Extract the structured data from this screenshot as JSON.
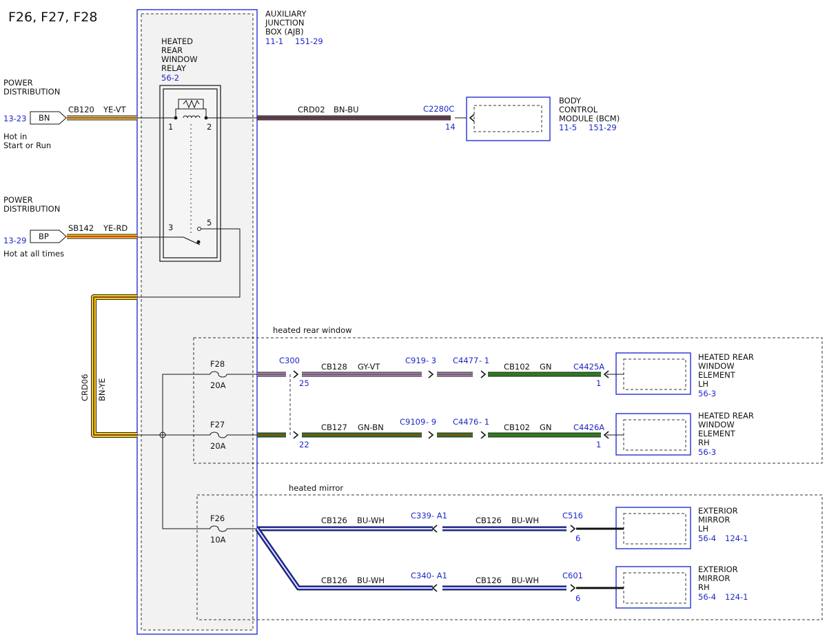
{
  "title": "F26, F27, F28",
  "ajb": {
    "name_lines": [
      "AUXILIARY",
      "JUNCTION",
      "BOX (AJB)"
    ],
    "ref1": "11-1",
    "ref2": "151-29"
  },
  "relay": {
    "name_lines": [
      "HEATED",
      "REAR",
      "WINDOW",
      "RELAY"
    ],
    "ref": "56-2",
    "pins": [
      "1",
      "2",
      "3",
      "5"
    ]
  },
  "power": [
    {
      "label_lines": [
        "POWER",
        "DISTRIBUTION"
      ],
      "page_ref": "13-23",
      "connector": "BN",
      "circuit": "CB120",
      "color": "YE-VT",
      "note_lines": [
        "Hot in",
        "Start or Run"
      ]
    },
    {
      "label_lines": [
        "POWER",
        "DISTRIBUTION"
      ],
      "page_ref": "13-29",
      "connector": "BP",
      "circuit": "SB142",
      "color": "YE-RD",
      "note_lines": [
        "Hot at all times"
      ]
    }
  ],
  "bcm": {
    "wire_circuit": "CRD02",
    "wire_color": "BN-BU",
    "connector": "C2280C",
    "pin": "14",
    "name_lines": [
      "BODY",
      "CONTROL",
      "MODULE (BCM)"
    ],
    "ref1": "11-5",
    "ref2": "151-29"
  },
  "loop": {
    "circuit": "CRD06",
    "color": "BN-YE"
  },
  "fuses": [
    {
      "name": "F28",
      "rating": "20A"
    },
    {
      "name": "F27",
      "rating": "20A"
    },
    {
      "name": "F26",
      "rating": "10A"
    }
  ],
  "groups": {
    "rear_window": "heated rear window",
    "mirror": "heated mirror"
  },
  "rear_window": [
    {
      "conn1": "C300",
      "pin1": "25",
      "circuit1": "CB128",
      "color1": "GY-VT",
      "conn2": "C919",
      "pin2": "- 3",
      "conn3": "C4477",
      "pin3": "- 1",
      "circuit2": "CB102",
      "color2": "GN",
      "conn4": "C4425A",
      "pin4": "1",
      "name_lines": [
        "HEATED REAR",
        "WINDOW",
        "ELEMENT",
        "LH"
      ],
      "ref": "56-3"
    },
    {
      "pin1": "22",
      "circuit1": "CB127",
      "color1": "GN-BN",
      "conn2": "C9109",
      "pin2": "- 9",
      "conn3": "C4476",
      "pin3": "- 1",
      "circuit2": "CB102",
      "color2": "GN",
      "conn4": "C4426A",
      "pin4": "1",
      "name_lines": [
        "HEATED REAR",
        "WINDOW",
        "ELEMENT",
        "RH"
      ],
      "ref": "56-3"
    }
  ],
  "mirrors": [
    {
      "circuit1": "CB126",
      "color1": "BU-WH",
      "conn1": "C339",
      "pin1": "- A1",
      "circuit2": "CB126",
      "color2": "BU-WH",
      "conn2": "C516",
      "pin2": "6",
      "name_lines": [
        "EXTERIOR",
        "MIRROR",
        "LH"
      ],
      "ref1": "56-4",
      "ref2": "124-1"
    },
    {
      "circuit1": "CB126",
      "color1": "BU-WH",
      "conn1": "C340",
      "pin1": "- A1",
      "circuit2": "CB126",
      "color2": "BU-WH",
      "conn2": "C601",
      "pin2": "6",
      "name_lines": [
        "EXTERIOR",
        "MIRROR",
        "RH"
      ],
      "ref1": "56-4",
      "ref2": "124-1"
    }
  ],
  "colors": {
    "label_blue": "#1d27c8",
    "box_blue": "#2330d6",
    "ye": "#f2d21a",
    "vt": "#8a3a9a",
    "rd": "#d9261c",
    "bn": "#8a4a12",
    "bu": "#1e2fc8",
    "gn": "#2f7a1f",
    "gy": "#9a9a9a",
    "wh": "#ffffff"
  }
}
